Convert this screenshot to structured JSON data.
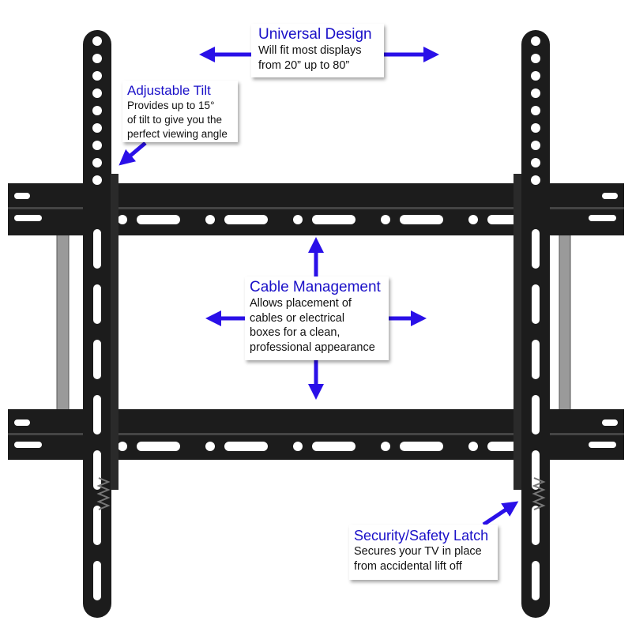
{
  "colors": {
    "accent": "#1a10c8",
    "arrow": "#2a10e8",
    "metal": "#1c1c1c",
    "rod": "#9a9a9a"
  },
  "callouts": {
    "universal": {
      "title": "Universal Design",
      "lines": [
        "Will fit most displays",
        "from 20” up to 80”"
      ]
    },
    "tilt": {
      "title": "Adjustable Tilt",
      "lines": [
        "Provides up to 15°",
        "of tilt to give you the",
        "perfect viewing angle"
      ]
    },
    "cable": {
      "title": "Cable Management",
      "lines": [
        "Allows placement of",
        "cables or electrical",
        "boxes for a clean,",
        "professional appearance"
      ]
    },
    "security": {
      "title": "Security/Safety Latch",
      "lines": [
        "Secures your TV in place",
        "from accidental lift off"
      ]
    }
  }
}
